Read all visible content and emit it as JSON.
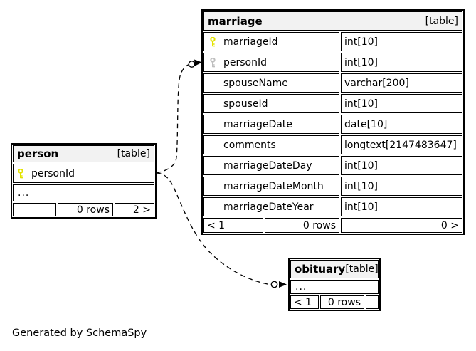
{
  "app": {
    "generated_by": "Generated by SchemaSpy"
  },
  "tables": {
    "marriage": {
      "name": "marriage",
      "badge": "[table]",
      "columns": [
        {
          "name": "marriageId",
          "type": "int[10]",
          "key": "primary"
        },
        {
          "name": "personId",
          "type": "int[10]",
          "key": "foreign"
        },
        {
          "name": "spouseName",
          "type": "varchar[200]",
          "key": "none"
        },
        {
          "name": "spouseId",
          "type": "int[10]",
          "key": "none"
        },
        {
          "name": "marriageDate",
          "type": "date[10]",
          "key": "none"
        },
        {
          "name": "comments",
          "type": "longtext[2147483647]",
          "key": "none"
        },
        {
          "name": "marriageDateDay",
          "type": "int[10]",
          "key": "none"
        },
        {
          "name": "marriageDateMonth",
          "type": "int[10]",
          "key": "none"
        },
        {
          "name": "marriageDateYear",
          "type": "int[10]",
          "key": "none"
        }
      ],
      "footer": {
        "left": "< 1",
        "rows": "0 rows",
        "right": "0 >"
      }
    },
    "person": {
      "name": "person",
      "badge": "[table]",
      "columns": [
        {
          "name": "personId",
          "key": "primary"
        }
      ],
      "more": "...",
      "footer": {
        "left": "",
        "rows": "0 rows",
        "right": "2 >"
      }
    },
    "obituary": {
      "name": "obituary",
      "badge": "[table]",
      "more": "...",
      "footer": {
        "left": "< 1",
        "rows": "0 rows",
        "right": ""
      }
    }
  },
  "relationships": [
    {
      "from": "person.personId",
      "to": "marriage.personId",
      "style": "dashed"
    },
    {
      "from": "person.personId",
      "to": "obituary",
      "style": "dashed"
    }
  ],
  "colors": {
    "primary_key": "#e3e300",
    "foreign_key": "#bfbfbf",
    "header_bg": "#f2f2f2",
    "border": "#000000",
    "canvas_bg": "#ffffff",
    "text": "#000000"
  }
}
